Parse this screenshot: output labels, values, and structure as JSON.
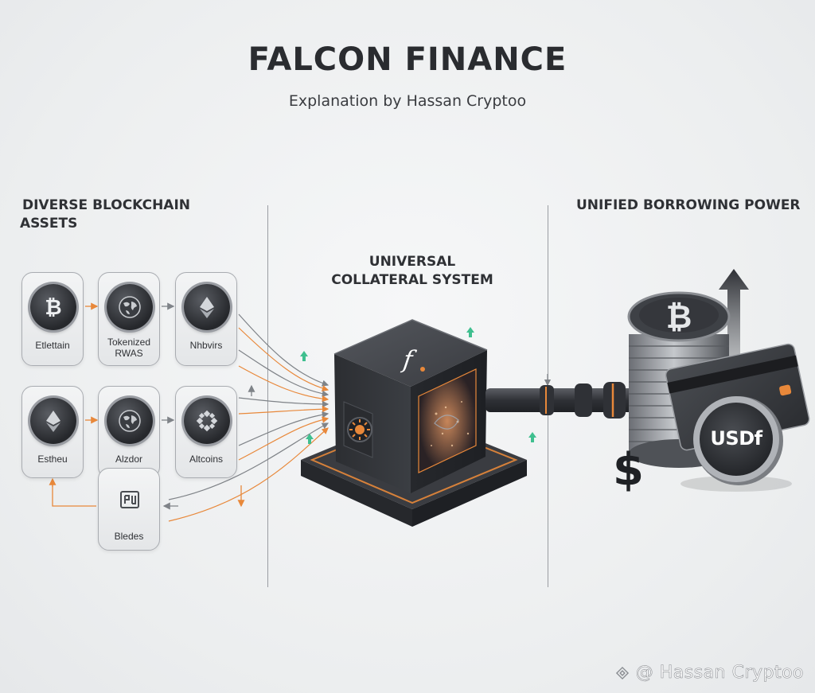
{
  "header": {
    "title": "FALCON FINANCE",
    "subtitle": "Explanation by Hassan Cryptoo"
  },
  "sections": {
    "left_heading_line1": "DIVERSE BLOCKCHAIN",
    "left_heading_line2": "ASSETS",
    "center_heading_line1": "UNIVERSAL",
    "center_heading_line2": "COLLATERAL SYSTEM",
    "right_heading": "UNIFIED BORROWING POWER"
  },
  "assets": [
    {
      "label": "Etlettain",
      "icon": "bitcoin-icon"
    },
    {
      "label": "Tokenized",
      "label2": "RWAS",
      "icon": "globe-icon"
    },
    {
      "label": "Nhbvirs",
      "icon": "ethereum-icon"
    },
    {
      "label": "Estheu",
      "icon": "ethereum-icon"
    },
    {
      "label": "Alzdor",
      "icon": "globe-icon"
    },
    {
      "label": "Altcoins",
      "icon": "altcoin-icon"
    },
    {
      "label": "Bledes",
      "icon": "blades-icon"
    }
  ],
  "vault": {
    "logo_glyph": "f"
  },
  "output": {
    "coin_label": "USDf",
    "dollar_glyph": "$",
    "stack_coin_glyph": "bitcoin-icon"
  },
  "watermark": {
    "text": "@ Hassan Cryptoo"
  },
  "colors": {
    "accent_orange": "#e8883a",
    "accent_green": "#3fbf8f",
    "dark_metal": "#2e3035",
    "line_gray": "#8e9196"
  }
}
